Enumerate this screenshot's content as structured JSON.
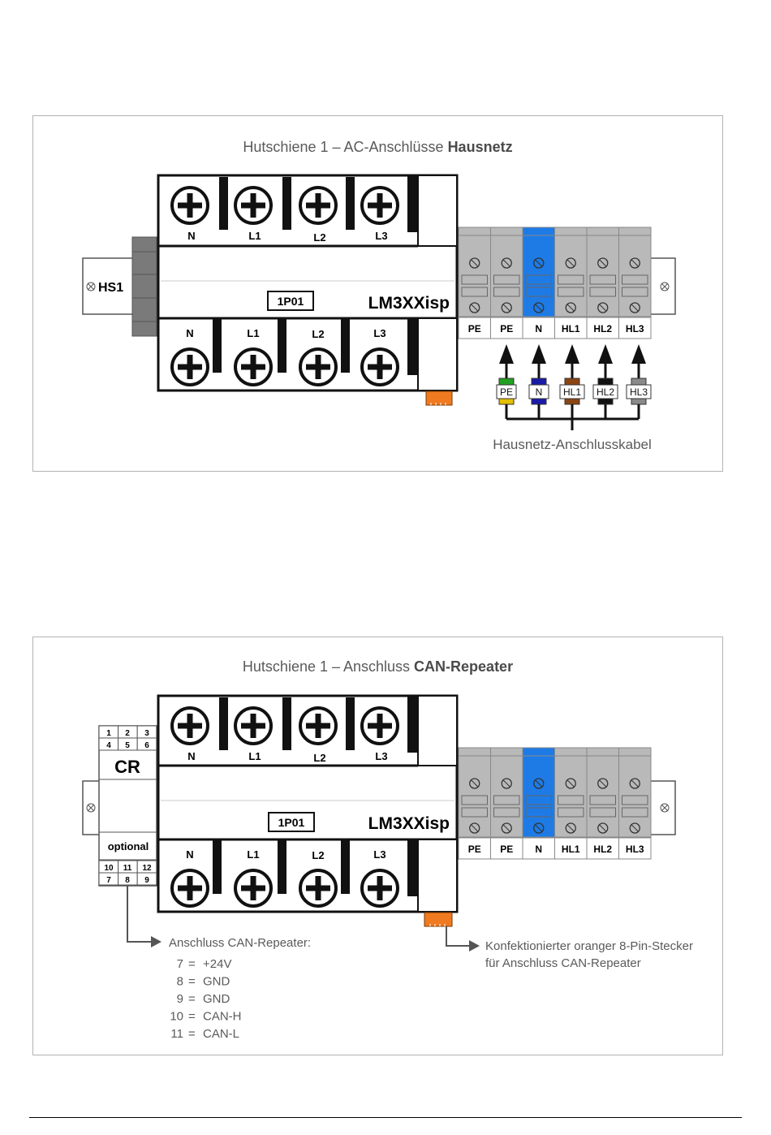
{
  "panel1": {
    "title_prefix": "Hutschiene 1 – AC-Anschlüsse ",
    "title_bold": "Hausnetz",
    "top_terminals": [
      "N",
      "L1",
      "L2",
      "L3"
    ],
    "bottom_terminals": [
      "N",
      "L1",
      "L2",
      "L3"
    ],
    "module_code": "1P01",
    "module_name": "LM3XXisp",
    "rail_label": "HS1",
    "terminal_block": [
      "PE",
      "PE",
      "N",
      "HL1",
      "HL2",
      "HL3"
    ],
    "cable_wires": [
      "PE",
      "N",
      "HL1",
      "HL2",
      "HL3"
    ],
    "cable_caption": "Hausnetz-Anschlusskabel"
  },
  "panel2": {
    "title_prefix": "Hutschiene 1 – Anschluss ",
    "title_bold": "CAN-Repeater",
    "top_terminals": [
      "N",
      "L1",
      "L2",
      "L3"
    ],
    "bottom_terminals": [
      "N",
      "L1",
      "L2",
      "L3"
    ],
    "module_code": "1P01",
    "module_name": "LM3XXisp",
    "terminal_block": [
      "PE",
      "PE",
      "N",
      "HL1",
      "HL2",
      "HL3"
    ],
    "cr_label": "CR",
    "cr_optional": "optional",
    "cr_pins_top": [
      [
        "1",
        "2",
        "3"
      ],
      [
        "4",
        "5",
        "6"
      ]
    ],
    "cr_pins_bottom": [
      [
        "10",
        "11",
        "12"
      ],
      [
        "7",
        "8",
        "9"
      ]
    ],
    "can_heading": "Anschluss CAN-Repeater:",
    "can_pins": [
      {
        "num": "7",
        "signal": "+24V"
      },
      {
        "num": "8",
        "signal": "GND"
      },
      {
        "num": "9",
        "signal": "GND"
      },
      {
        "num": "10",
        "signal": "CAN-H"
      },
      {
        "num": "11",
        "signal": "CAN-L"
      }
    ],
    "plug_note_line1": "Konfektionierter oranger 8-Pin-Stecker",
    "plug_note_line2": "für Anschluss CAN-Repeater"
  },
  "colors": {
    "N_blue": "#1e7be6",
    "plug_orange": "#f07a20",
    "terminal_gray": "#b9b9b9",
    "wire_PE_top": "#22a022",
    "wire_PE_bottom": "#e6c000",
    "wire_N": "#1a1aa8",
    "wire_HL1": "#8b4513",
    "wire_HL2": "#111111",
    "wire_HL3": "#8a8a8a"
  }
}
